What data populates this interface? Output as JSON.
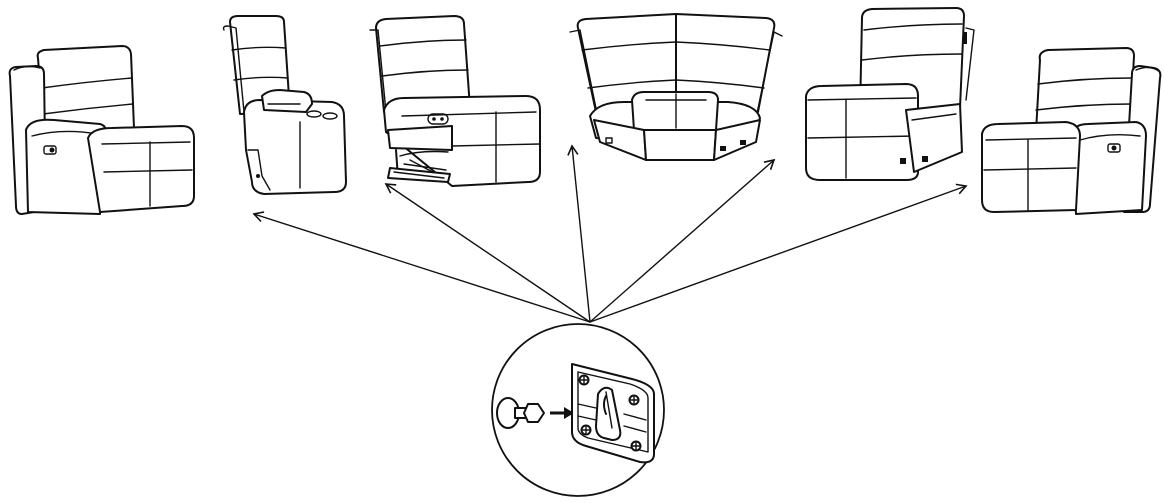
{
  "figure": {
    "description_id": "sectional-assembly",
    "stroke_color": "#111111",
    "background_color": "#ffffff",
    "pieces": [
      {
        "name": "left-arm-power-recliner",
        "icon": "recliner-left-icon"
      },
      {
        "name": "console-with-cupholders",
        "icon": "console-icon"
      },
      {
        "name": "armless-power-recliner",
        "icon": "armless-recliner-icon"
      },
      {
        "name": "corner-wedge",
        "icon": "corner-wedge-icon"
      },
      {
        "name": "armless-chair",
        "icon": "armless-chair-icon"
      },
      {
        "name": "right-arm-power-recliner",
        "icon": "recliner-right-icon"
      }
    ],
    "connector_detail": {
      "icon": "bracket-bolt-icon"
    }
  }
}
